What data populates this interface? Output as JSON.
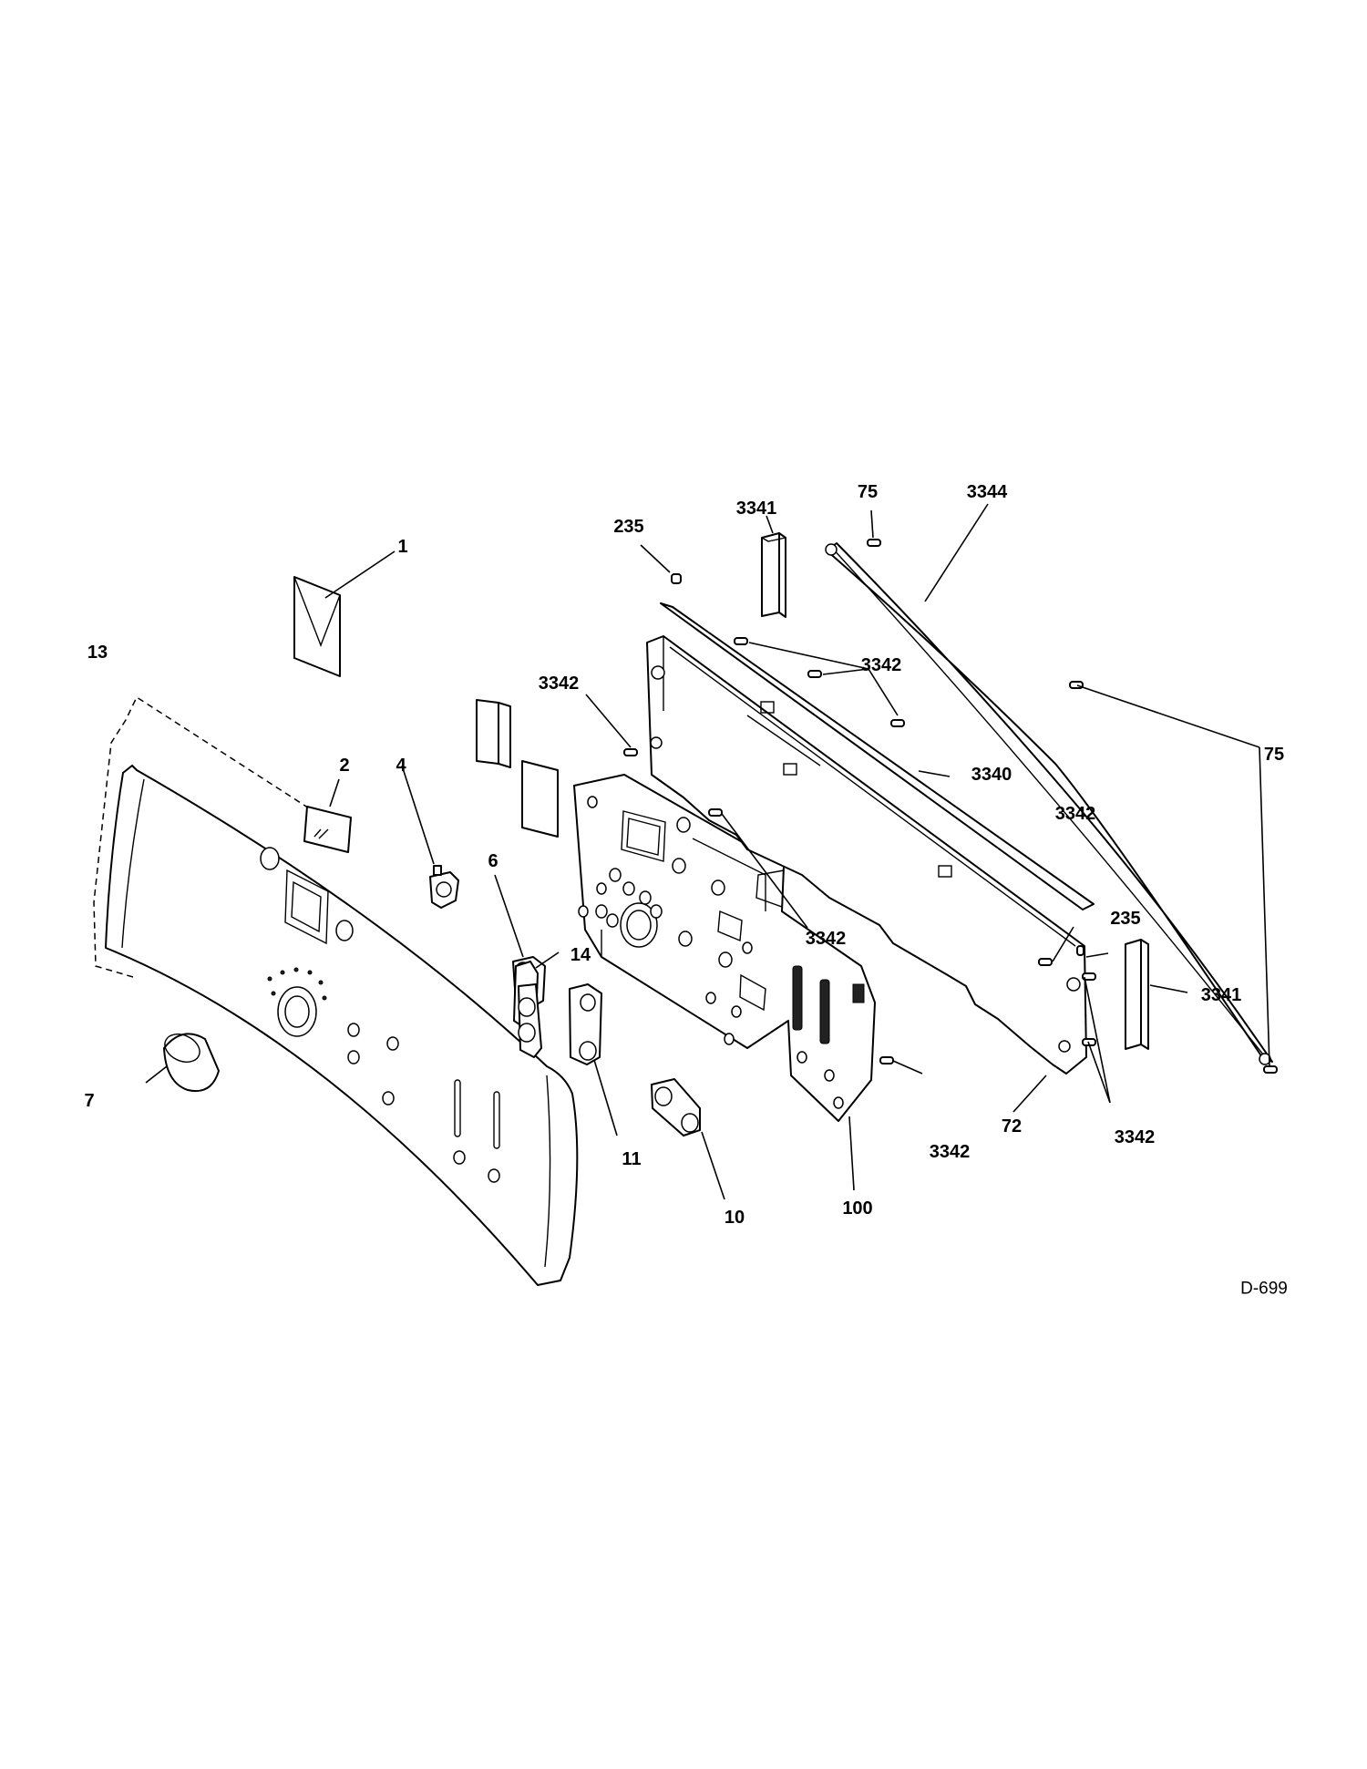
{
  "diagram": {
    "code": "D-699",
    "callouts": {
      "p1": "1",
      "p2": "2",
      "p4": "4",
      "p6": "6",
      "p7": "7",
      "p10": "10",
      "p11": "11",
      "p13": "13",
      "p14": "14",
      "p72": "72",
      "p75a": "75",
      "p75b": "75",
      "p100": "100",
      "p235a": "235",
      "p235b": "235",
      "p3340": "3340",
      "p3341a": "3341",
      "p3341b": "3341",
      "p3342a": "3342",
      "p3342b": "3342",
      "p3342c": "3342",
      "p3342d": "3342",
      "p3342e": "3342",
      "p3342f": "3342",
      "p3344": "3344"
    }
  }
}
